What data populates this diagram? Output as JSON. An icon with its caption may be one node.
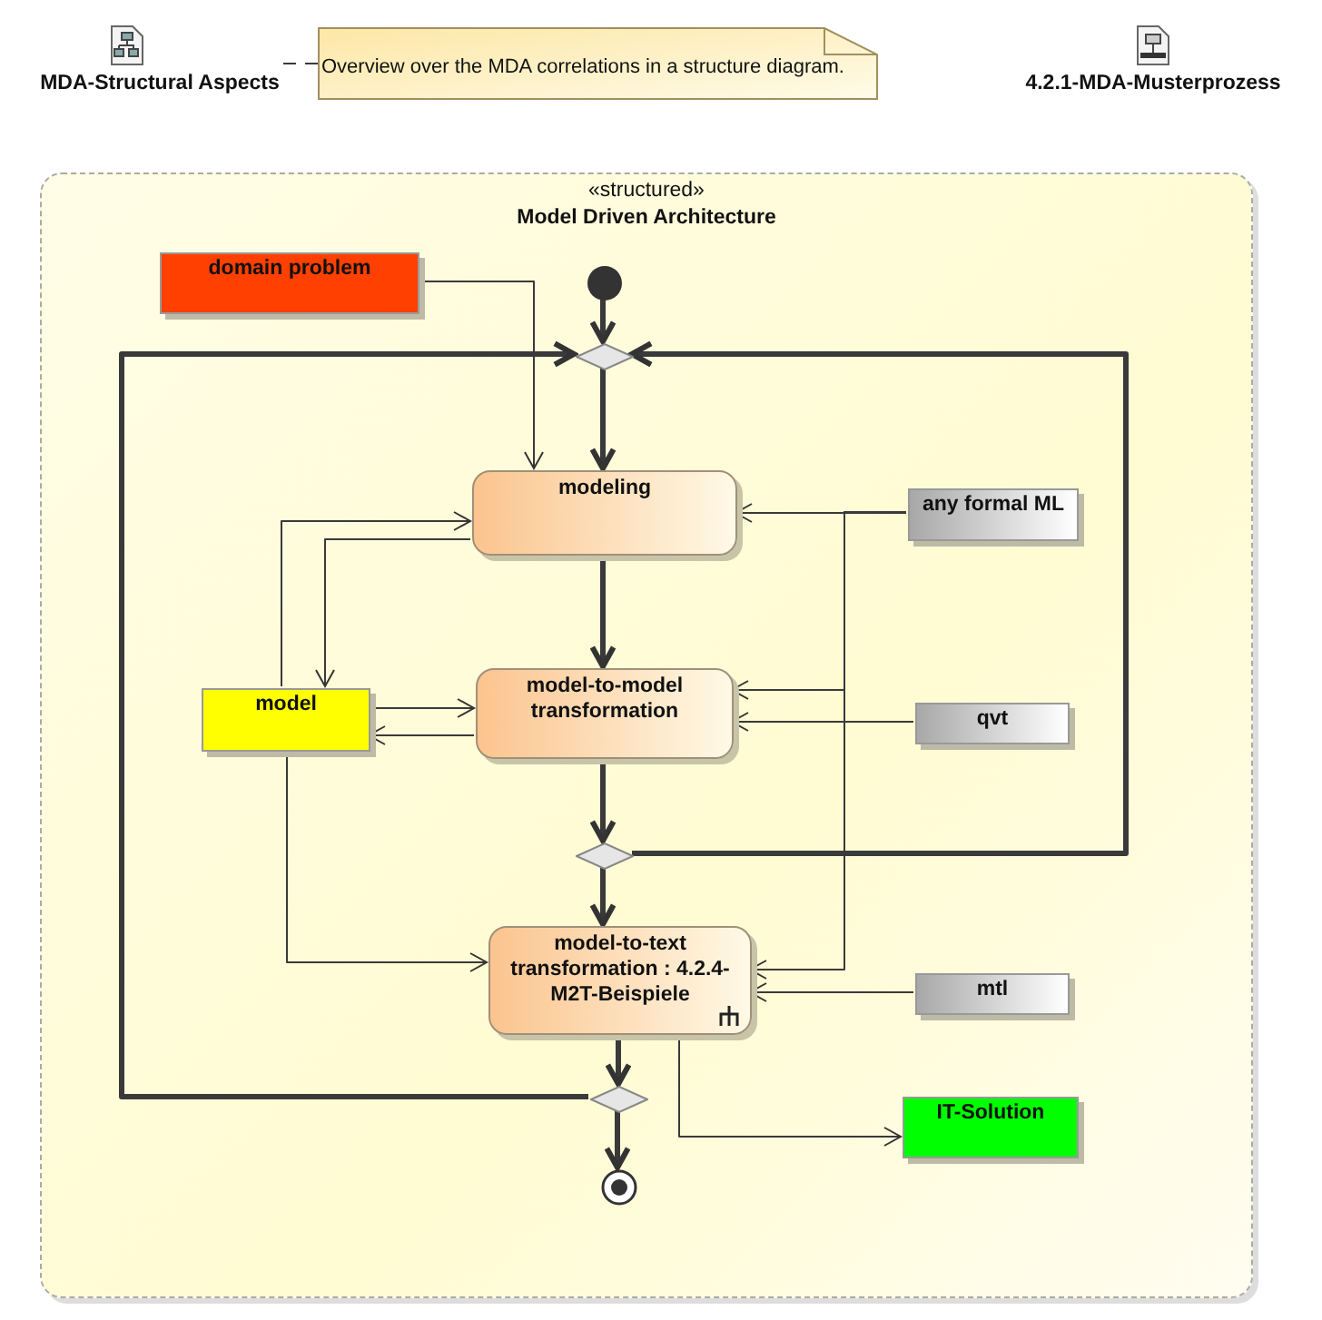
{
  "diagram": {
    "nodes": [
      {
        "text": [
          "MDA-Structural Aspects"
        ]
      },
      {
        "text": [
          "Overview over the MDA correlations in a structure diagram."
        ]
      },
      {
        "text": [
          "4.2.1-MDA-Musterprozess"
        ]
      },
      {
        "text": [
          "«structured»",
          "Model Driven Architecture"
        ]
      },
      {
        "text": [
          "domain problem"
        ],
        "in": 3
      },
      {
        "text": [],
        "shape": "circle",
        "in": 3
      },
      {
        "text": [],
        "shape": "diamond",
        "in": 3
      },
      {
        "text": [
          "modeling"
        ],
        "in": 3
      },
      {
        "text": [
          "any formal ML"
        ],
        "in": 3
      },
      {
        "text": [
          "model"
        ],
        "in": 3
      },
      {
        "text": [
          "model-to-model transformation"
        ],
        "in": 3
      },
      {
        "text": [
          "qvt"
        ],
        "in": 3
      },
      {
        "text": [],
        "shape": "diamond",
        "in": 3
      },
      {
        "text": [
          "model-to-text transformation : 4.2.4-M2T-Beispiele"
        ],
        "in": 3
      },
      {
        "text": [
          "mtl"
        ],
        "in": 3
      },
      {
        "text": [],
        "shape": "diamond",
        "in": 3
      },
      {
        "text": [
          "IT-Solution"
        ],
        "in": 3
      },
      {
        "text": [],
        "shape": "circle",
        "in": 3
      }
    ],
    "edges": [
      {
        "from": 0,
        "to": 1,
        "arrow": "none",
        "style": "dashed"
      },
      {
        "from": 4,
        "to": 7,
        "arrow": "to"
      },
      {
        "from": 5,
        "to": 6,
        "arrow": "to",
        "style": "thick"
      },
      {
        "from": 6,
        "to": 7,
        "arrow": "to",
        "style": "thick"
      },
      {
        "from": 7,
        "to": 10,
        "arrow": "to",
        "style": "thick"
      },
      {
        "from": 10,
        "to": 12,
        "arrow": "to",
        "style": "thick"
      },
      {
        "from": 12,
        "to": 13,
        "arrow": "to",
        "style": "thick"
      },
      {
        "from": 12,
        "to": 6,
        "arrow": "to",
        "style": "thick"
      },
      {
        "from": 13,
        "to": 15,
        "arrow": "to",
        "style": "thick"
      },
      {
        "from": 15,
        "to": 6,
        "arrow": "to",
        "style": "thick"
      },
      {
        "from": 15,
        "to": 17,
        "arrow": "to",
        "style": "thick"
      },
      {
        "from": 8,
        "to": 7,
        "arrow": "to"
      },
      {
        "from": 8,
        "to": 10,
        "arrow": "to"
      },
      {
        "from": 8,
        "to": 13,
        "arrow": "to"
      },
      {
        "from": 11,
        "to": 10,
        "arrow": "to"
      },
      {
        "from": 14,
        "to": 13,
        "arrow": "to"
      },
      {
        "from": 9,
        "to": 7,
        "arrow": "to"
      },
      {
        "from": 7,
        "to": 9,
        "arrow": "to"
      },
      {
        "from": 9,
        "to": 10,
        "arrow": "to"
      },
      {
        "from": 10,
        "to": 9,
        "arrow": "to"
      },
      {
        "from": 9,
        "to": 13,
        "arrow": "to"
      },
      {
        "from": 13,
        "to": 16,
        "arrow": "to"
      }
    ]
  }
}
